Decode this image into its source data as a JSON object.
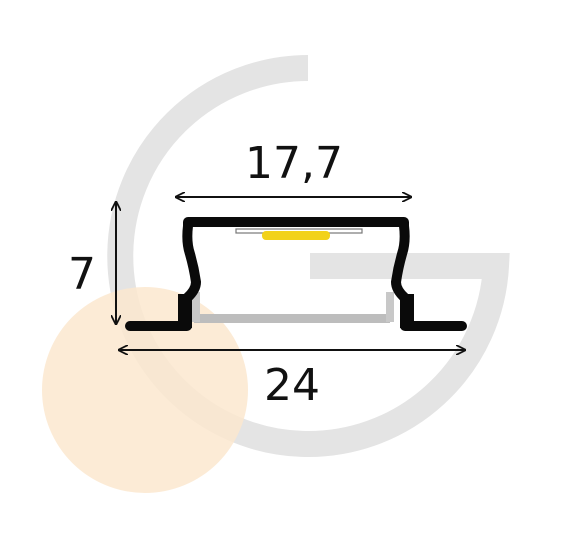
{
  "dimensions": {
    "inner_width": "17,7",
    "outer_width": "24",
    "height": "7"
  },
  "colors": {
    "profile": "#0a0a0a",
    "diffuser": "#bdbdbd",
    "led_strip": "#f2d21b",
    "watermark_logo": "#e4e4e4",
    "watermark_circle": "#fbe8cf",
    "arrows": "#111111"
  },
  "watermark": {
    "logo": "G-logo"
  }
}
